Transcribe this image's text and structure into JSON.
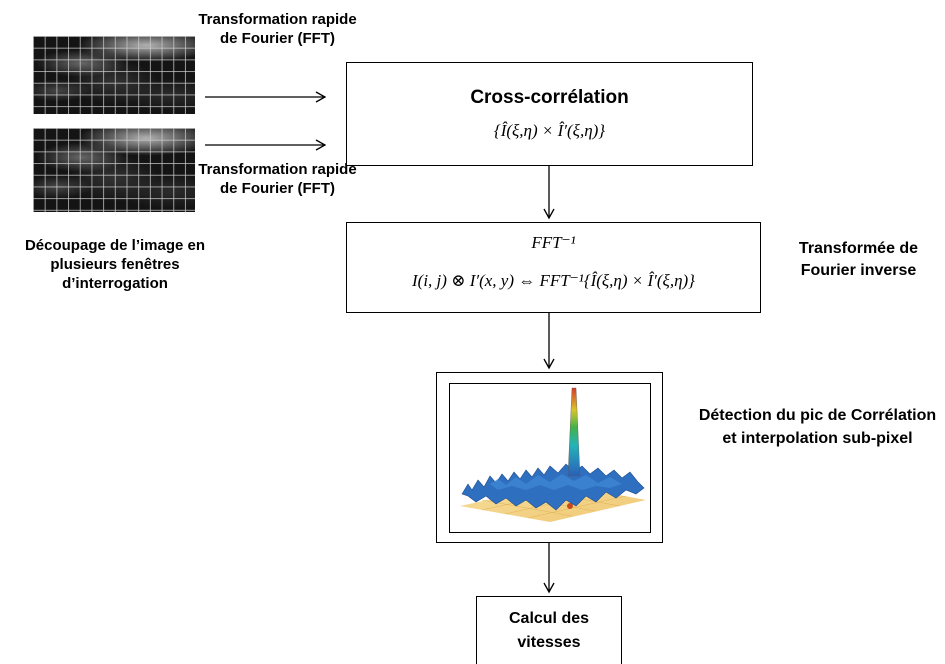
{
  "labels": {
    "fft_top": "Transformation rapide de Fourier (FFT)",
    "fft_bottom": "Transformation rapide de Fourier (FFT)",
    "decoupage": "Découpage de l’image en plusieurs fenêtres d’interrogation",
    "transformee_inverse": "Transformée de Fourier inverse",
    "detection": "Détection du pic de Corrélation et interpolation sub-pixel"
  },
  "boxes": {
    "cross_title": "Cross-corrélation",
    "cross_formula": "{Î(ξ,η) × Î′(ξ,η)}",
    "ifft_line1": "FFT⁻¹",
    "ifft_line2": "I(i, j) ⊗ I′(x, y) ⇔ FFT⁻¹{Î(ξ,η) × Î′(ξ,η)}",
    "calcul": "Calcul des vitesses"
  }
}
